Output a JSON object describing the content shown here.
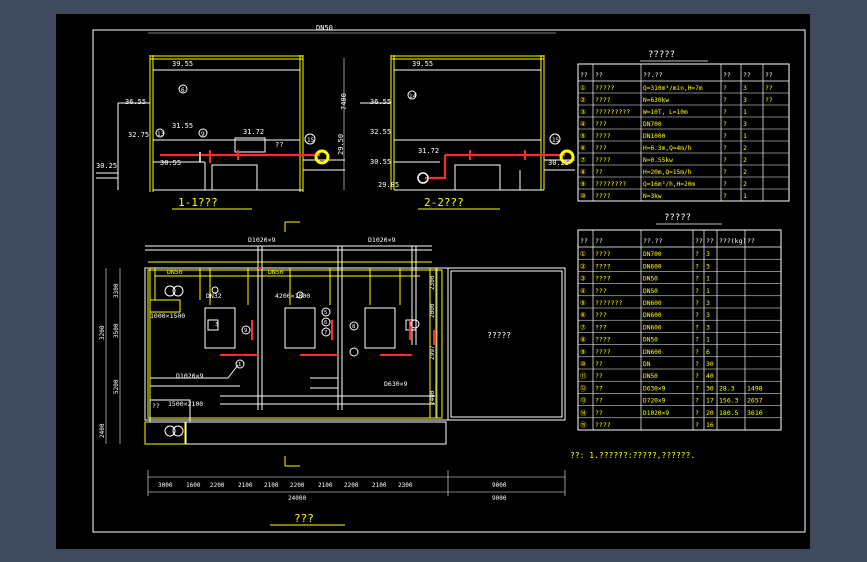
{
  "colors": {
    "frame_bg": "#3f4a5e",
    "sheet": "#000000",
    "white": "#ffffff",
    "yellow": "#ffff00",
    "red": "#ff2a2a",
    "green": "#00ff00",
    "magenta": "#ff00ff"
  },
  "top_dim": "DN50",
  "section_1": {
    "title": "1-1???",
    "elev_1": "39.55",
    "elev_2": "36.55",
    "elev_3": "31.55",
    "elev_4": "32.75",
    "elev_5": "31.72",
    "elev_6": "30.55",
    "elev_7": "30.25",
    "label_qq": "??",
    "tag_a": "6",
    "tag_b": "9",
    "tag_c": "13",
    "tag_d": "15",
    "vertical_dim": "7400"
  },
  "section_2": {
    "title": "2-2???",
    "elev_1": "39.55",
    "elev_2": "36.55",
    "elev_3": "32.55",
    "elev_4": "31.72",
    "elev_5": "30.55",
    "elev_6": "29.85",
    "elev_7": "30.25",
    "elev_8": "29.50",
    "tag_a": "15",
    "tag_b": "14"
  },
  "plan": {
    "title": "???",
    "pipe_1": "D1020×9",
    "pipe_2": "D1020×9",
    "pipe_3": "D1020×9",
    "pipe_4": "D630×9",
    "dn_1": "DN50",
    "dn_2": "DN50",
    "dn_3": "DN32",
    "size_1": "1000×1500",
    "size_2": "1500×2100",
    "size_3": "4200×1000",
    "room": "?????",
    "tag_q": "??",
    "h_dims": [
      "3000",
      "1600",
      "2200",
      "2100",
      "2100",
      "2200",
      "2100",
      "2200",
      "2100",
      "2300"
    ],
    "dim_right_1": "9000",
    "dim_right_2": "9000",
    "dim_total": "24000",
    "v_dims": [
      "3300",
      "3500",
      "3200",
      "5200",
      "2400"
    ],
    "v_dims_mid": [
      "2300",
      "2000",
      "2997",
      "2400"
    ],
    "tags": [
      "1",
      "3",
      "5",
      "6",
      "7",
      "9",
      "8"
    ]
  },
  "table_1": {
    "title": "?????",
    "headers": [
      "??",
      "??",
      "??.??",
      "??",
      "??",
      "??"
    ],
    "rows": [
      [
        "①",
        "?????",
        "Q=310m³/min,H=7m",
        "?",
        "3",
        "??"
      ],
      [
        "②",
        "????",
        "N=630kw",
        "?",
        "3",
        "??"
      ],
      [
        "③",
        "?????????",
        "W=10T, L=10m",
        "?",
        "1",
        ""
      ],
      [
        "④",
        "???",
        "DN700",
        "?",
        "3",
        ""
      ],
      [
        "⑤",
        "????",
        "DN1000",
        "?",
        "1",
        ""
      ],
      [
        "⑥",
        "???",
        "H=6.3m,Q=4m/h",
        "?",
        "2",
        ""
      ],
      [
        "⑦",
        "????",
        "N=0.55kw",
        "?",
        "2",
        ""
      ],
      [
        "⑧",
        "??",
        "H=20m,Q=15m/h",
        "?",
        "2",
        ""
      ],
      [
        "⑨",
        "????????",
        "Q=16m³/h,H=20m",
        "?",
        "2",
        ""
      ],
      [
        "⑩",
        "????",
        "N=3kw",
        "?",
        "1",
        ""
      ]
    ]
  },
  "table_2": {
    "title": "?????",
    "headers": [
      "??",
      "??",
      "??.??",
      "??",
      "??",
      "???(kg)",
      "??"
    ],
    "rows": [
      [
        "①",
        "????",
        "DN700",
        "?",
        "3",
        "",
        ""
      ],
      [
        "②",
        "????",
        "DN600",
        "?",
        "3",
        "",
        ""
      ],
      [
        "③",
        "????",
        "DN50",
        "?",
        "1",
        "",
        ""
      ],
      [
        "④",
        "???",
        "DN50",
        "?",
        "1",
        "",
        ""
      ],
      [
        "⑤",
        "???????",
        "DN600",
        "?",
        "3",
        "",
        ""
      ],
      [
        "⑥",
        "???",
        "DN600",
        "?",
        "3",
        "",
        ""
      ],
      [
        "⑦",
        "???",
        "DN600",
        "?",
        "3",
        "",
        ""
      ],
      [
        "⑧",
        "????",
        "DN50",
        "?",
        "1",
        "",
        ""
      ],
      [
        "⑨",
        "????",
        "DN600",
        "?",
        "6",
        "",
        ""
      ],
      [
        "⑩",
        "??",
        "DN",
        "?",
        "30",
        "",
        ""
      ],
      [
        "⑪",
        "??",
        "DN50",
        "?",
        "40",
        "",
        ""
      ],
      [
        "⑫",
        "??",
        "D630×9",
        "?",
        "30",
        "28.3",
        "1498"
      ],
      [
        "⑬",
        "??",
        "D720×9",
        "?",
        "17",
        "156.3",
        "2657"
      ],
      [
        "⑭",
        "??",
        "D1020×9",
        "?",
        "20",
        "180.5",
        "3610"
      ],
      [
        "⑮",
        "????",
        "",
        "?",
        "16",
        "",
        ""
      ]
    ]
  },
  "note": "??: 1.??????:?????,??????."
}
